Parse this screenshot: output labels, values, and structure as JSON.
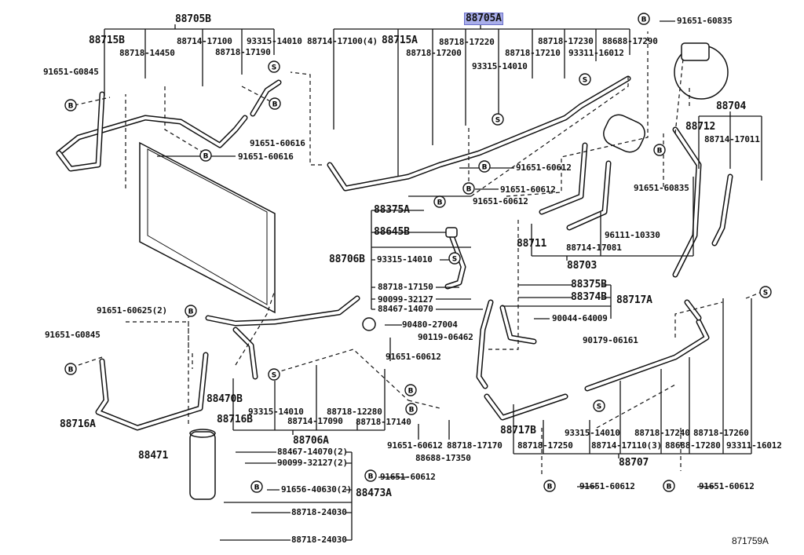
{
  "diagram": {
    "highlight_color": "#a9aeea",
    "symbols": {
      "bolt": "B",
      "washer": "S"
    },
    "labels": [
      {
        "text": "88705B",
        "size": "big"
      },
      {
        "text": "88715B",
        "size": "big"
      },
      {
        "text": "88714-17100"
      },
      {
        "text": "93315-14010"
      },
      {
        "text": "88714-17100(4)"
      },
      {
        "text": "88718-14450"
      },
      {
        "text": "88718-17190"
      },
      {
        "text": "91651-G0845"
      },
      {
        "text": "91651-60616"
      },
      {
        "text": "91651-60616"
      },
      {
        "text": "88715A",
        "size": "big"
      },
      {
        "text": "88705A",
        "size": "big",
        "highlighted": true
      },
      {
        "text": "88718-17220"
      },
      {
        "text": "88718-17200"
      },
      {
        "text": "88718-17230"
      },
      {
        "text": "88688-17290"
      },
      {
        "text": "88718-17210"
      },
      {
        "text": "93311-16012"
      },
      {
        "text": "93315-14010"
      },
      {
        "text": "91651-60835"
      },
      {
        "text": "88704",
        "size": "big"
      },
      {
        "text": "88712",
        "size": "big"
      },
      {
        "text": "88714-17011"
      },
      {
        "text": "91651-60612"
      },
      {
        "text": "91651-60612"
      },
      {
        "text": "91651-60612"
      },
      {
        "text": "88375A",
        "size": "big"
      },
      {
        "text": "88645B",
        "size": "big"
      },
      {
        "text": "88706B",
        "size": "big"
      },
      {
        "text": "93315-14010"
      },
      {
        "text": "88718-17150"
      },
      {
        "text": "90099-32127"
      },
      {
        "text": "88467-14070"
      },
      {
        "text": "88711",
        "size": "big"
      },
      {
        "text": "88714-17081"
      },
      {
        "text": "96111-10330"
      },
      {
        "text": "91651-60835"
      },
      {
        "text": "88703",
        "size": "big"
      },
      {
        "text": "88375B",
        "size": "big"
      },
      {
        "text": "88374B",
        "size": "big"
      },
      {
        "text": "88717A",
        "size": "big"
      },
      {
        "text": "90044-64009"
      },
      {
        "text": "90480-27004"
      },
      {
        "text": "90119-06462"
      },
      {
        "text": "91651-60612"
      },
      {
        "text": "90179-06161"
      },
      {
        "text": "91651-60625(2)"
      },
      {
        "text": "91651-G0845"
      },
      {
        "text": "88716A",
        "size": "big"
      },
      {
        "text": "88470B",
        "size": "big"
      },
      {
        "text": "88716B",
        "size": "big"
      },
      {
        "text": "93315-14010"
      },
      {
        "text": "88718-12280"
      },
      {
        "text": "88714-17090"
      },
      {
        "text": "88718-17140"
      },
      {
        "text": "88706A",
        "size": "big"
      },
      {
        "text": "88471",
        "size": "big"
      },
      {
        "text": "88467-14070(2)"
      },
      {
        "text": "90099-32127(2)"
      },
      {
        "text": "91656-40630(2)"
      },
      {
        "text": "88473A",
        "size": "big"
      },
      {
        "text": "88718-24030"
      },
      {
        "text": "88718-24030"
      },
      {
        "text": "91651-60612"
      },
      {
        "text": "91651-60612"
      },
      {
        "text": "88718-17170"
      },
      {
        "text": "88688-17350"
      },
      {
        "text": "88717B",
        "size": "big"
      },
      {
        "text": "88718-17250"
      },
      {
        "text": "93315-14010"
      },
      {
        "text": "88714-17110(3)"
      },
      {
        "text": "88718-17240"
      },
      {
        "text": "88688-17280"
      },
      {
        "text": "88718-17260"
      },
      {
        "text": "93311-16012"
      },
      {
        "text": "88707",
        "size": "big"
      },
      {
        "text": "91651-60612"
      },
      {
        "text": "91651-60612"
      },
      {
        "text": "871759A",
        "size": "plain"
      }
    ]
  }
}
